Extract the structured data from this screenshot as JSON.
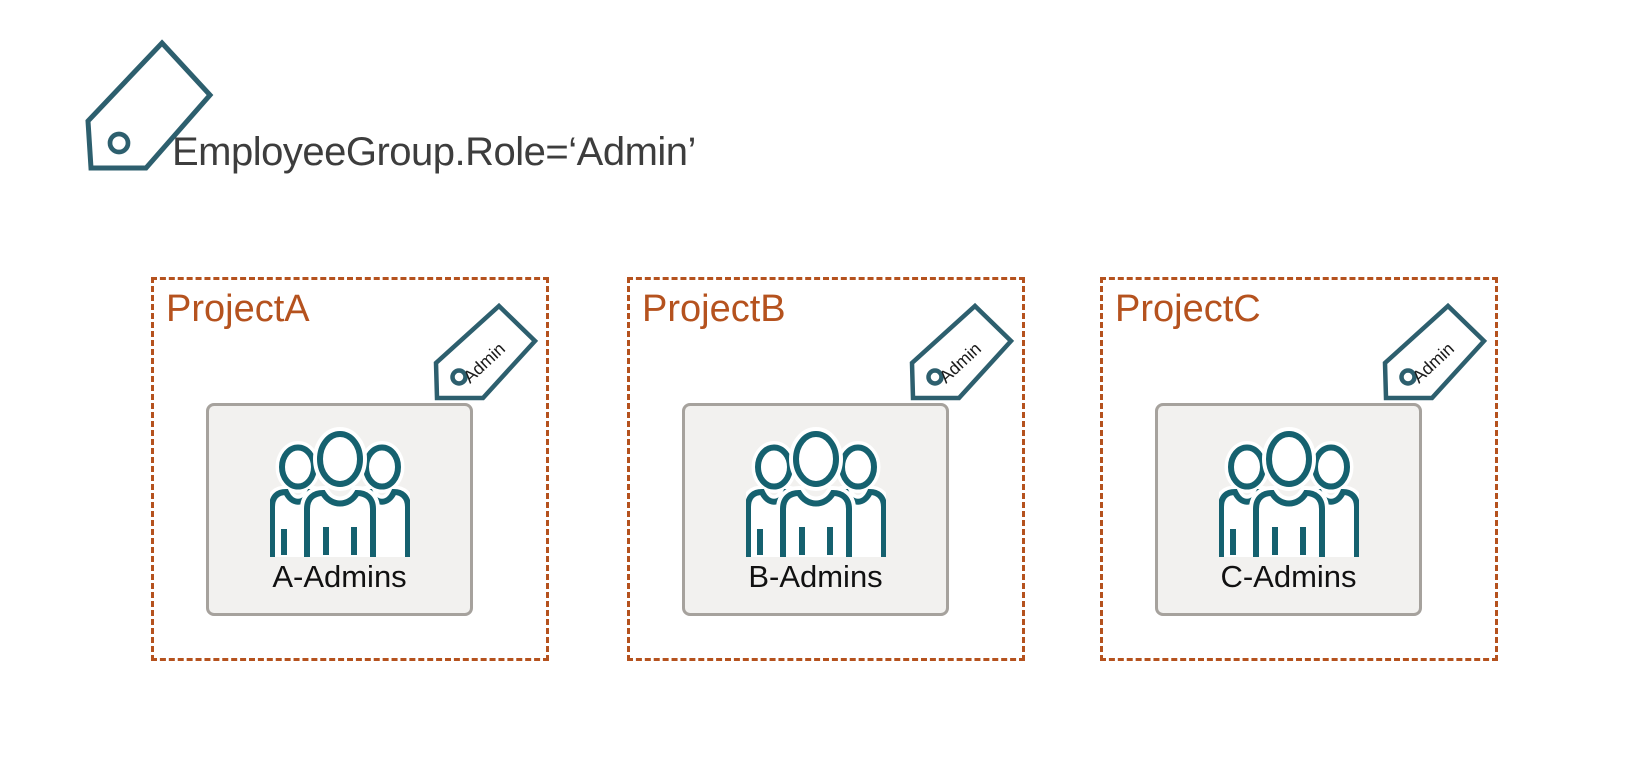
{
  "header": {
    "tag_icon": "tag-icon",
    "label": "EmployeeGroup.Role=‘Admin’"
  },
  "projects": [
    {
      "name": "ProjectA",
      "group_label": "A-Admins",
      "tag_label": "Admin"
    },
    {
      "name": "ProjectB",
      "group_label": "B-Admins",
      "tag_label": "Admin"
    },
    {
      "name": "ProjectC",
      "group_label": "C-Admins",
      "tag_label": "Admin"
    }
  ],
  "icons": {
    "big_tag": "tag-icon",
    "small_tag": "admin-tag-icon",
    "group": "group-people-icon"
  },
  "colors": {
    "rust_border": "#b5521e",
    "teal_tag": "#2d5f6e",
    "teal_icon": "#15616f",
    "card_background": "#f2f1ef",
    "card_border": "#a6a29d",
    "header_text": "#3d3d3d",
    "label_text": "#111111",
    "page_background": "#ffffff"
  }
}
